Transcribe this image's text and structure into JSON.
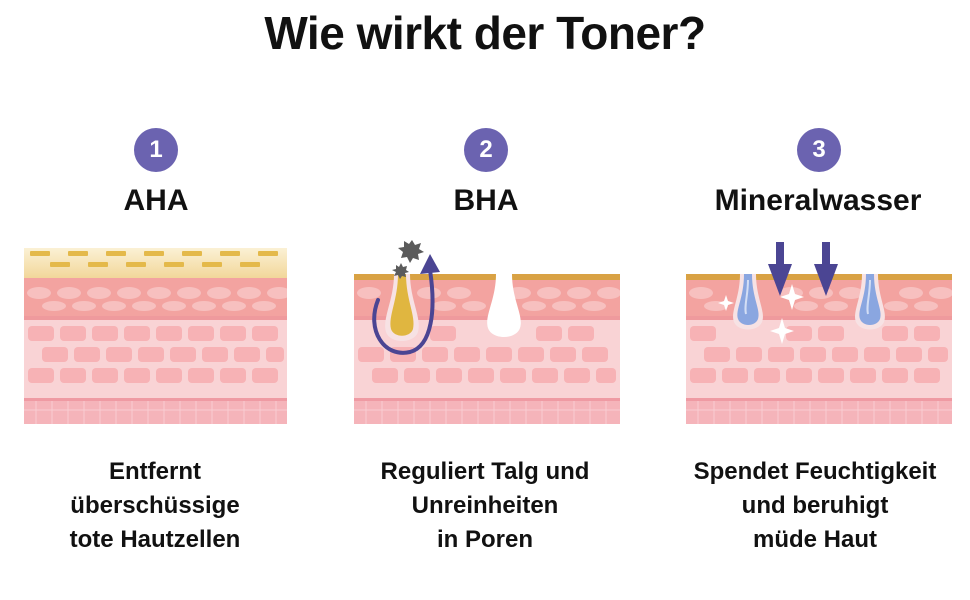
{
  "title": "Wie wirkt der Toner?",
  "colors": {
    "badge": "#6b63b0",
    "skin_top": "#f3a3a0",
    "skin_mid": "#f9d3d5",
    "cell": "#f7b2b5",
    "dermis": "#f5b4ba",
    "sebum": "#e0b640",
    "water": "#8aa6e0",
    "arrow": "#4b4593",
    "spark": "#5b5b5b"
  },
  "steps": [
    {
      "number": "1",
      "heading": "AHA",
      "description": [
        "Entfernt",
        "überschüssige",
        "tote Hautzellen"
      ]
    },
    {
      "number": "2",
      "heading": "BHA",
      "description": [
        "Reguliert Talg und",
        "Unreinheiten",
        "in Poren"
      ]
    },
    {
      "number": "3",
      "heading": "Mineralwasser",
      "description": [
        "Spendet Feuchtigkeit",
        "und beruhigt",
        "müde Haut"
      ]
    }
  ]
}
